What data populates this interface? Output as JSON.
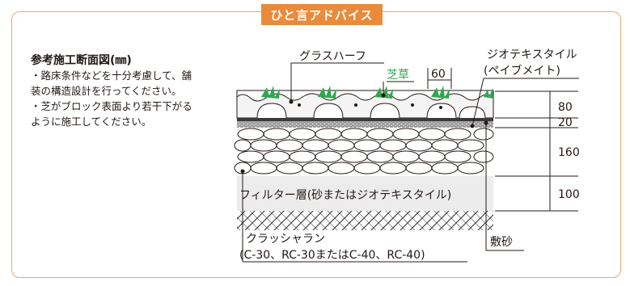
{
  "badge": "ひと言アドバイス",
  "left": {
    "title": "参考施工断面図(㎜)",
    "notes": [
      "・路床条件などを十分考慮して、舗",
      "装の構造設計を行ってください。",
      "・芝がブロック表面より若干下がる",
      "ように施工してください。"
    ]
  },
  "diagram": {
    "label_grass_half": "グラスハーフ",
    "label_turf": "芝草",
    "label_60": "60",
    "label_geotextile_1": "ジオテキスタイル",
    "label_geotextile_2": "(ペイブメイト)",
    "dims": [
      "80",
      "20",
      "160",
      "100"
    ],
    "label_filter": "フィルター層(砂またはジオテキスタイル)",
    "label_crusher_1": "クラッシャラン",
    "label_crusher_2": "(C-30、RC-30またはC-40、RC-40)",
    "label_sand": "敷砂"
  },
  "colors": {
    "accent": "#e98a3c",
    "frame": "#f0a46a",
    "turf_green": "#2fa84f",
    "filter_gray": "#ececec"
  }
}
